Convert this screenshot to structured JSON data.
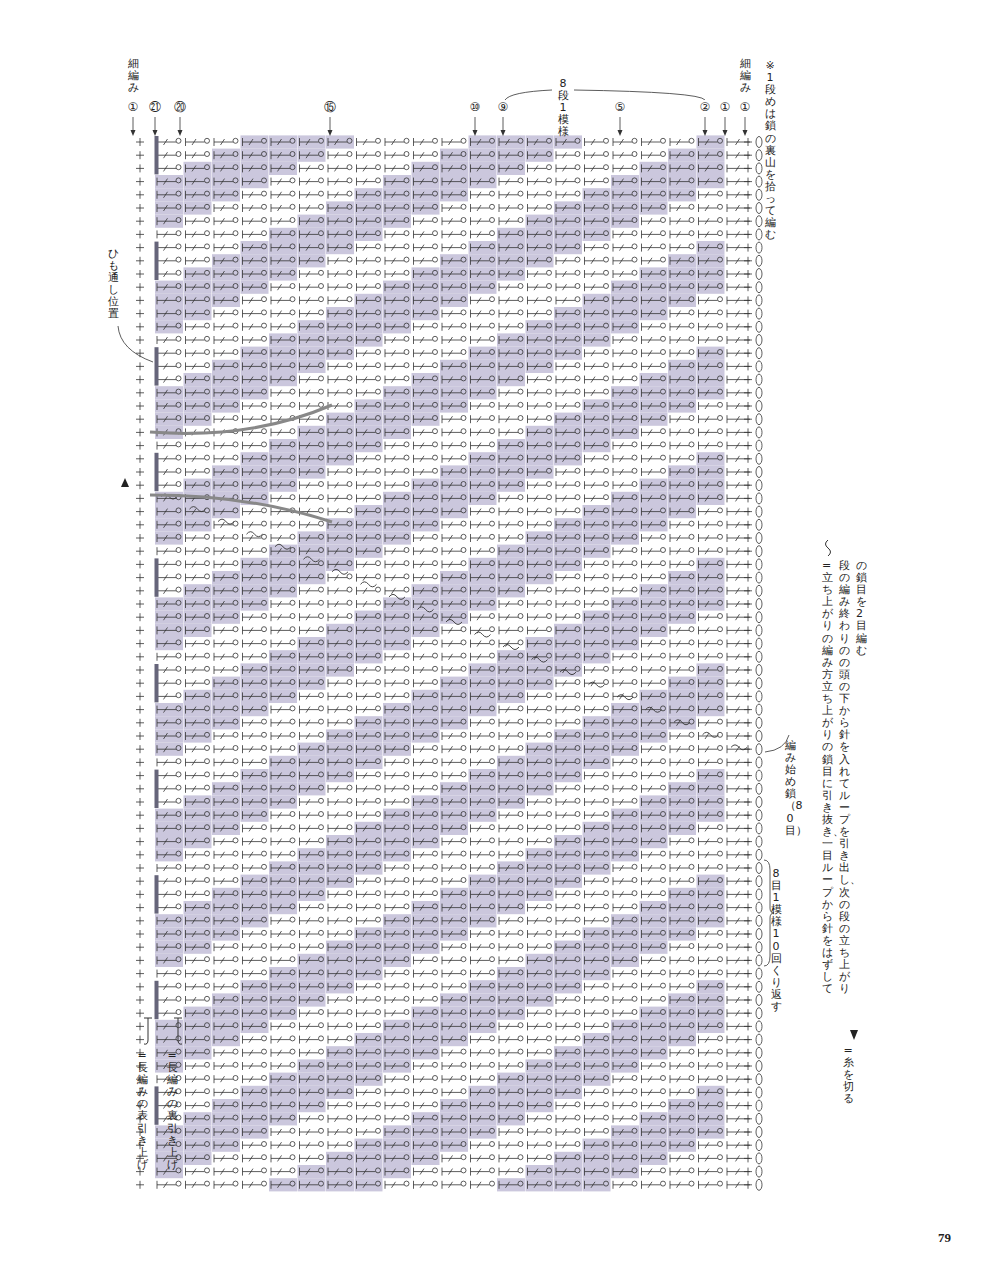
{
  "diagram": {
    "labels": [
      "①",
      "㉑",
      "⑳",
      "⑮",
      "⑩",
      "⑨",
      "⑤",
      "②",
      "①",
      "①",
      "細編み",
      "細編み",
      "8段1模様",
      "※1段めは鎖の裏山を拾って編む",
      "ひも通し位置",
      "編み始め 鎖（80目）",
      "8目1模様 10回くり返す",
      "79"
    ],
    "legend": [
      {
        "text": "= 長編みの表引き上げ"
      },
      {
        "text": "= 長編みの裏引き上げ"
      },
      {
        "text": "= 立ち上がりの編み方 立ち上がりの鎖目に引き抜き、一目ループから針をはずして段の編み終わりの の頭の下から針を入れて ループを引き出し、次の段の立ち上がりの鎖目を2目編む"
      },
      {
        "text": "= 糸を切る"
      }
    ]
  }
}
